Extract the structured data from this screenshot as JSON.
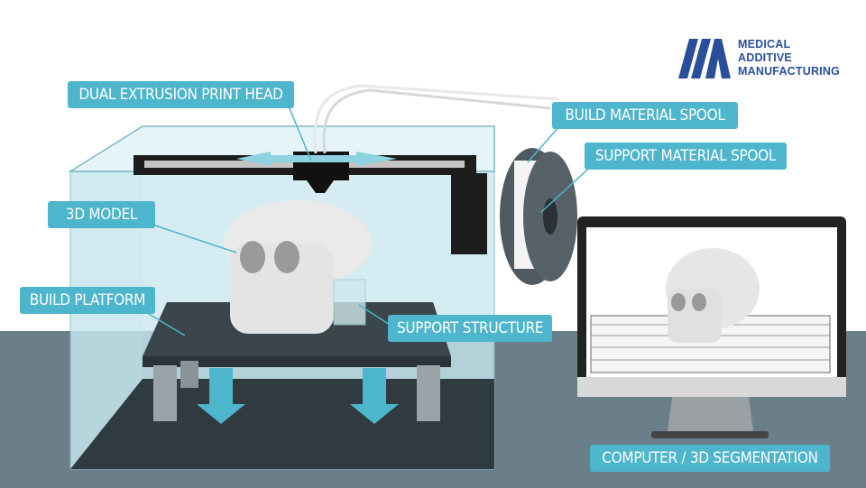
{
  "logo": {
    "line1": "MEDICAL",
    "line2": "ADDITIVE",
    "line3": "MANUFACTURING"
  },
  "labels": {
    "print_head": "DUAL EXTRUSION PRINT HEAD",
    "build_spool": "BUILD MATERIAL SPOOL",
    "support_spool": "SUPPORT MATERIAL SPOOL",
    "model": "3D MODEL",
    "platform": "BUILD PLATFORM",
    "support_structure": "SUPPORT STRUCTURE",
    "computer": "COMPUTER / 3D SEGMENTATION"
  },
  "colors": {
    "label_bg": "#4db5cc",
    "floor": "#6b7f8b",
    "logo": "#2a4f9a"
  }
}
